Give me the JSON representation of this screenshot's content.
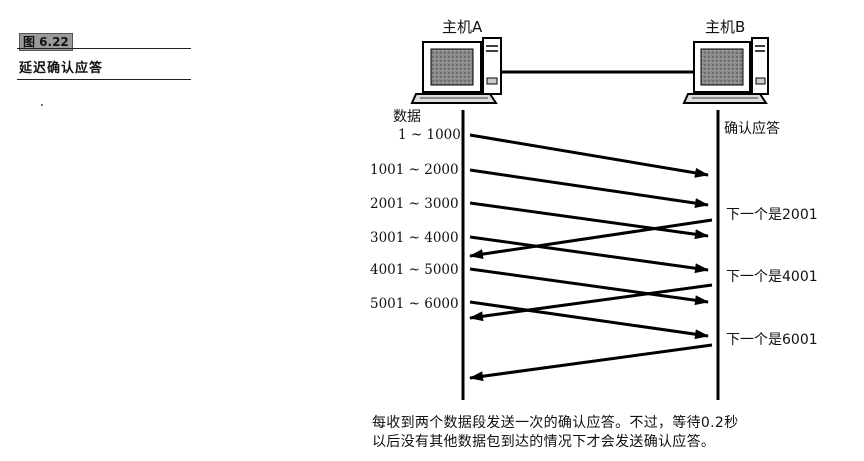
{
  "figure": {
    "number": "图 6.22",
    "title": "延迟确认应答"
  },
  "hosts": {
    "a_label": "主机A",
    "b_label": "主机B"
  },
  "axis_labels": {
    "sender": "数据",
    "receiver": "确认应答"
  },
  "data_segments": [
    "1 ~ 1000",
    "1001 ~ 2000",
    "2001 ~ 3000",
    "3001 ~ 4000",
    "4001 ~ 5000",
    "5001 ~ 6000"
  ],
  "acks": [
    "下一个是2001",
    "下一个是4001",
    "下一个是6001"
  ],
  "caption": [
    "每收到两个数据段发送一次的确认应答。不过，等待0.2秒",
    "以后没有其他数据包到达的情况下才会发送确认应答。"
  ]
}
